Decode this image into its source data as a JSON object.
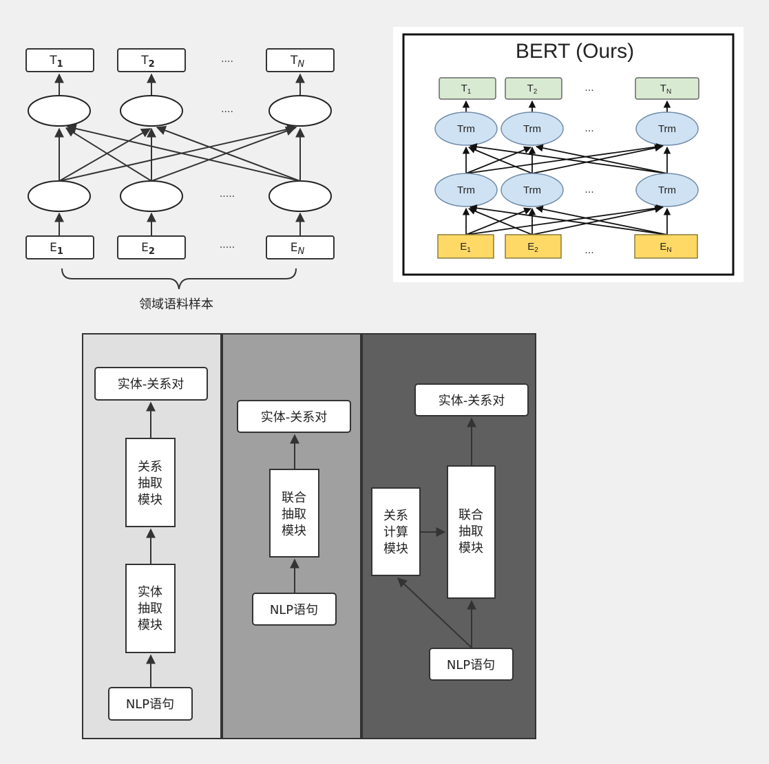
{
  "left_diagram": {
    "top_labels": [
      "T",
      "T",
      "T"
    ],
    "top_subs": [
      "1",
      "2",
      "N"
    ],
    "bottom_labels": [
      "E",
      "E",
      "E"
    ],
    "bottom_subs": [
      "1",
      "2",
      "N"
    ],
    "dots": ".....",
    "dots_short": "....",
    "caption": "领域语料样本"
  },
  "bert_panel": {
    "title": "BERT (Ours)",
    "node_label": "Trm",
    "top_labels": [
      "T",
      "T",
      "T"
    ],
    "top_subs": [
      "1",
      "2",
      "N"
    ],
    "bottom_labels": [
      "E",
      "E",
      "E"
    ],
    "bottom_subs": [
      "1",
      "2",
      "N"
    ],
    "dots": "...",
    "colors": {
      "embed": "#ffd966",
      "token": "#d9ead3",
      "trm": "#cfe2f3"
    }
  },
  "pipelines": {
    "panel1": {
      "output": "实体-关系对",
      "relation_module": [
        "关系",
        "抽取",
        "模块"
      ],
      "entity_module": [
        "实体",
        "抽取",
        "模块"
      ],
      "input": "NLP语句",
      "background": "#e0e0e0"
    },
    "panel2": {
      "output": "实体-关系对",
      "joint_module": [
        "联合",
        "抽取",
        "模块"
      ],
      "input": "NLP语句",
      "background": "#a0a0a0"
    },
    "panel3": {
      "output": "实体-关系对",
      "relation_calc_module": [
        "关系",
        "计算",
        "模块"
      ],
      "joint_module": [
        "联合",
        "抽取",
        "模块"
      ],
      "input": "NLP语句",
      "background": "#5f5f5f"
    }
  }
}
